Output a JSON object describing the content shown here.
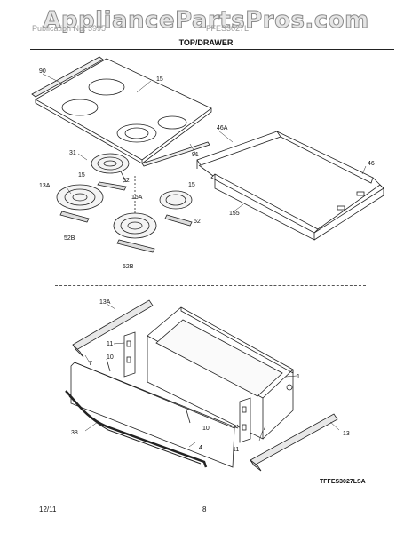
{
  "watermark": "AppliancePartsPros.com",
  "header": {
    "publication_left": "Publication No. 5995",
    "publication_right": "FFES3027L",
    "section_title": "TOP/DRAWER"
  },
  "callouts": {
    "c90": "90",
    "c15_top": "15",
    "c91": "91",
    "c31": "31",
    "c15_left": "15",
    "c52_upper": "52",
    "c13a_left": "13A",
    "c15a": "15A",
    "c15_right": "15",
    "c52_right": "52",
    "c52b_left": "52B",
    "c52b_bottom": "52B",
    "c46a": "46A",
    "c46": "46",
    "c155": "155",
    "c13a_bottom": "13A",
    "c11_upper": "11",
    "c7_left": "7",
    "c10_upper": "10",
    "c1": "1",
    "c38": "38",
    "c10_lower": "10",
    "c4": "4",
    "c11_lower": "11",
    "c7_right": "7",
    "c13": "13"
  },
  "diagram_code": "TFFES3027LSA",
  "footer": {
    "date": "12/11",
    "page": "8"
  }
}
